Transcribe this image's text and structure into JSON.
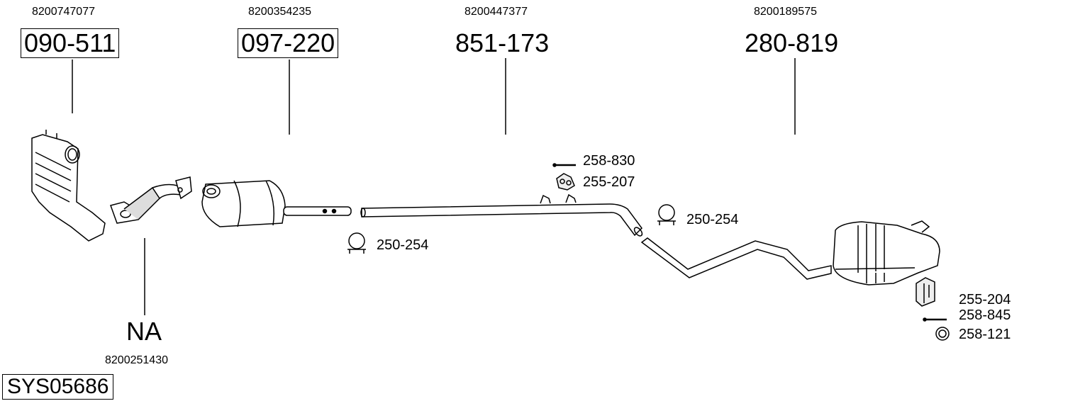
{
  "system_code": "SYS05686",
  "parts": [
    {
      "oem": "8200747077",
      "part_no": "090-511"
    },
    {
      "oem": "8200354235",
      "part_no": "097-220"
    },
    {
      "oem": "8200447377",
      "part_no": "851-173"
    },
    {
      "oem": "8200189575",
      "part_no": "280-819"
    },
    {
      "oem": "8200251430",
      "part_no": "NA"
    }
  ],
  "accessories": {
    "bolt_front": "258-830",
    "hanger_front": "255-207",
    "clamp_mid": "250-254",
    "clamp_front": "250-254",
    "hanger_rear": "255-204",
    "bolt_rear": "258-845",
    "ring_rear": "258-121"
  }
}
